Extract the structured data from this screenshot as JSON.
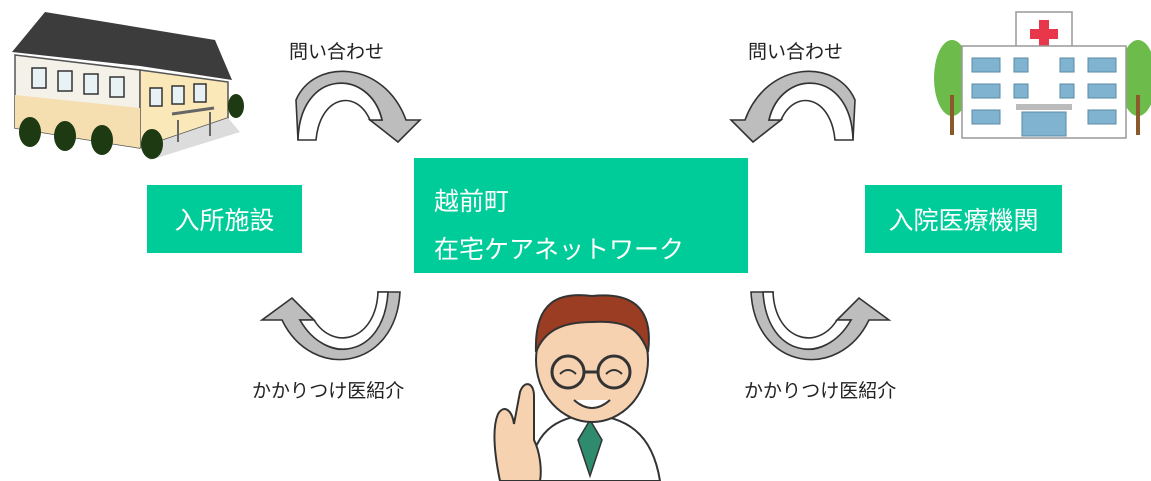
{
  "nodes": {
    "facility": "入所施設",
    "network_line1": "越前町",
    "network_line2": "在宅ケアネットワーク",
    "hospital": "入院医療機関"
  },
  "edges": {
    "inquiry_left": "問い合わせ",
    "inquiry_right": "問い合わせ",
    "referral_left": "かかりつけ医紹介",
    "referral_right": "かかりつけ医紹介"
  },
  "colors": {
    "box_fill": "#00cc99",
    "box_text": "#ffffff",
    "arrow_fill": "#bdbdbd",
    "hospital_cross": "#e8364a"
  },
  "icons": [
    "facility-building-icon",
    "hospital-building-icon",
    "doctor-illustration-icon",
    "curved-arrow-icon"
  ]
}
